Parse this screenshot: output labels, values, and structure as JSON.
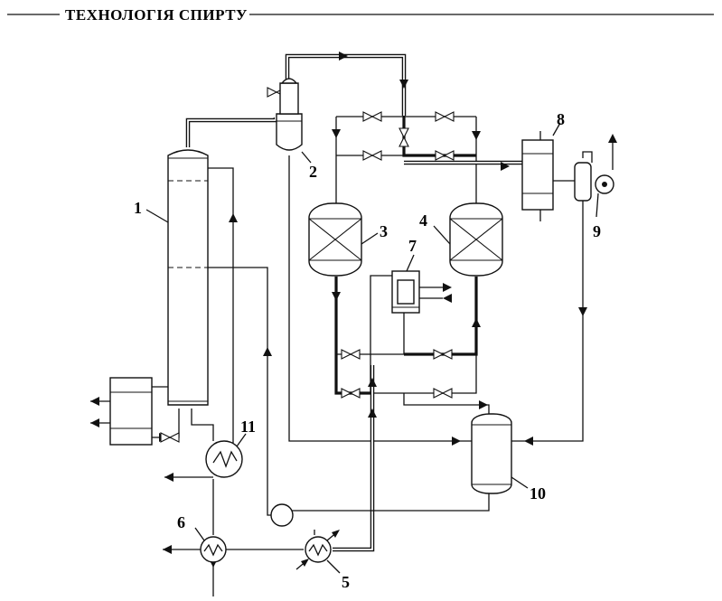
{
  "header": {
    "title": "ТЕХНОЛОГІЯ СПИРТУ"
  },
  "labels": {
    "column": "1",
    "condenser": "2",
    "adsorber_a": "3",
    "adsorber_b": "4",
    "heat_exchanger_5": "5",
    "heat_exchanger_6": "6",
    "separator": "7",
    "cooler": "8",
    "vacuum_pump": "9",
    "receiver": "10",
    "evaporator": "11"
  }
}
